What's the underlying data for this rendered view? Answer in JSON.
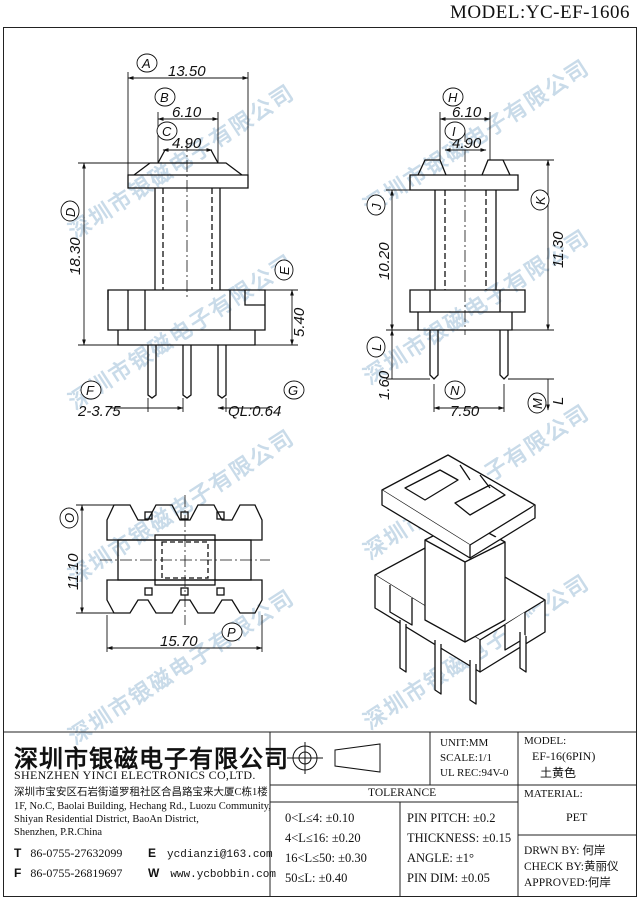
{
  "model": "MODEL:YC-EF-1606",
  "watermark": "深圳市银磁电子有限公司",
  "dimensions": {
    "A": "13.50",
    "B": "6.10",
    "C": "4.90",
    "D": "18.30",
    "E": "5.40",
    "F": "2-3.75",
    "G": "QL:0.64",
    "H": "6.10",
    "I": "4.90",
    "J": "10.20",
    "K": "11.30",
    "L": "1.60",
    "N": "7.50",
    "O": "11.10",
    "P": "15.70",
    "M": "L"
  },
  "labels": {
    "A": "A",
    "B": "B",
    "C": "C",
    "D": "D",
    "E": "E",
    "F": "F",
    "G": "G",
    "H": "H",
    "I": "I",
    "J": "J",
    "K": "K",
    "L": "L",
    "M": "M",
    "N": "N",
    "O": "O",
    "P": "P"
  },
  "company": {
    "name_cn": "深圳市银磁电子有限公司",
    "name_en": "SHENZHEN YINCI ELECTRONICS CO,LTD.",
    "address_cn": "深圳市宝安区石岩街道罗租社区合昌路宝来大厦C栋1楼",
    "address_en_1": "1F, No.C, Baolai Building, Hechang Rd., Luozu Community,",
    "address_en_2": "Shiyan Residential District, BaoAn District,",
    "address_en_3": "Shenzhen, P.R.China",
    "tel_label": "T",
    "tel": "86-0755-27632099",
    "fax_label": "F",
    "fax": "86-0755-26819697",
    "email_label": "E",
    "email": "ycdianzi@163.com",
    "web_label": "W",
    "web": "www.ycbobbin.com"
  },
  "specs": {
    "unit": "UNIT:MM",
    "scale": "SCALE:1/1",
    "ul": "UL REC:94V-0",
    "model_label": "MODEL:",
    "model_value": "EF-16(6PIN)",
    "color": "土黄色",
    "material_label": "MATERIAL:",
    "material": "PET"
  },
  "tolerance": {
    "title": "TOLERANCE",
    "left": [
      "0<L≤4: ±0.10",
      "4<L≤16: ±0.20",
      "16<L≤50: ±0.30",
      "50≤L: ±0.40"
    ],
    "right": [
      "PIN PITCH: ±0.2",
      "THICKNESS: ±0.15",
      "ANGLE: ±1°",
      "PIN DIM: ±0.05"
    ]
  },
  "signoff": {
    "drawn": "DRWN BY: 何岸",
    "check": "CHECK BY:黄丽仪",
    "approved": "APPROVED:何岸"
  }
}
